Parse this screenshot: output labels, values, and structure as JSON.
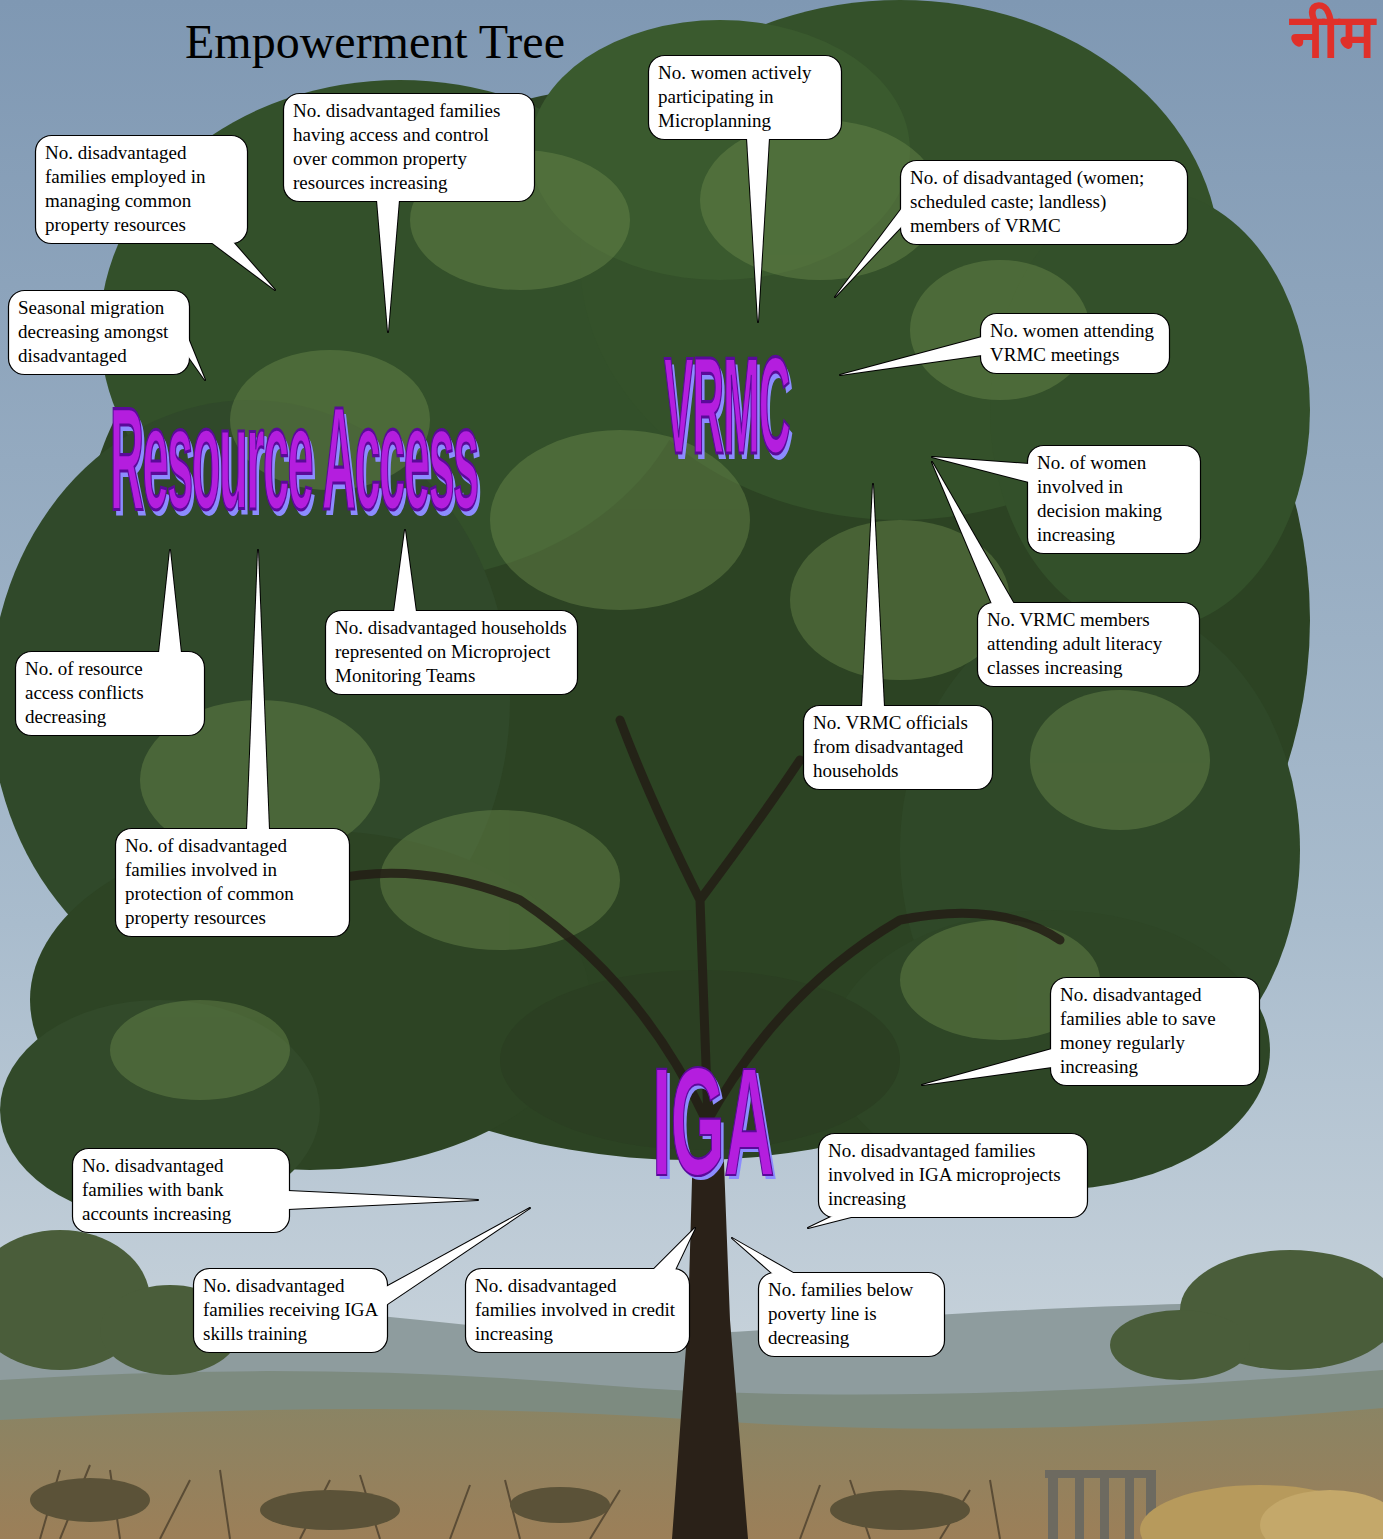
{
  "diagram": {
    "title": "Empowerment Tree",
    "nodes": [
      {
        "text": [
          "No. disadvantaged families employed in managing common property resources"
        ]
      },
      {
        "text": [
          "No. disadvantaged families having access and control over common property resources increasing"
        ]
      },
      {
        "text": [
          "No. women actively participating in Microplanning"
        ]
      },
      {
        "text": [
          "No. of disadvantaged (women; scheduled caste; landless) members of VRMC"
        ]
      },
      {
        "text": [
          "Seasonal migration decreasing amongst disadvantaged"
        ]
      },
      {
        "text": [
          "No. women attending VRMC meetings"
        ]
      },
      {
        "text": [
          "No. of women involved in decision making increasing"
        ]
      },
      {
        "text": [
          "No. of resource access conflicts decreasing"
        ]
      },
      {
        "text": [
          "No. disadvantaged households represented on Microproject Monitoring Teams"
        ]
      },
      {
        "text": [
          "No. VRMC members attending adult literacy classes increasing"
        ]
      },
      {
        "text": [
          "No. VRMC officials from disadvantaged households"
        ]
      },
      {
        "text": [
          "No. of disadvantaged families involved in protection of common property resources"
        ]
      },
      {
        "text": [
          "No. disadvantaged families able to save money regularly increasing"
        ]
      },
      {
        "text": [
          "No. disadvantaged families with bank accounts increasing"
        ]
      },
      {
        "text": [
          "No. disadvantaged families involved in IGA microprojects increasing"
        ]
      },
      {
        "text": [
          "No. disadvantaged families receiving IGA skills training"
        ]
      },
      {
        "text": [
          "No. disadvantaged families involved in credit increasing"
        ]
      },
      {
        "text": [
          "No. families below poverty line is decreasing"
        ]
      }
    ],
    "labels": [
      "नीम",
      "Resource Access",
      "VRMC",
      "IGA"
    ]
  }
}
